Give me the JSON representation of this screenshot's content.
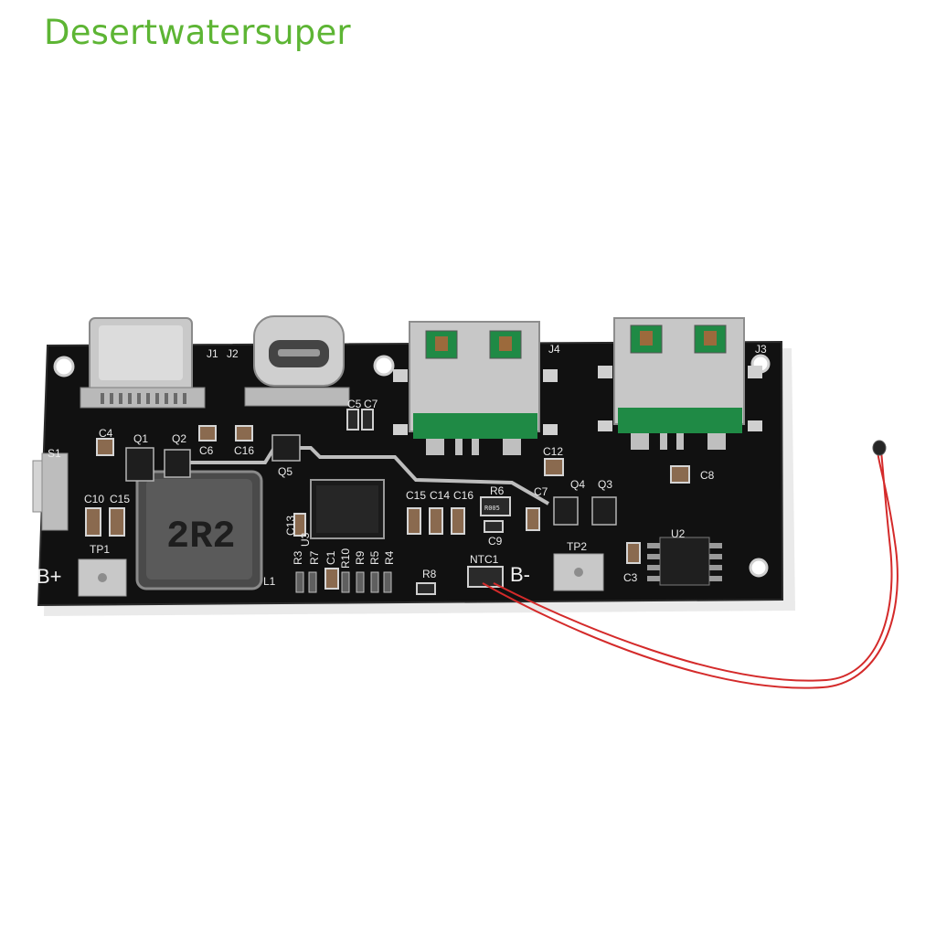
{
  "watermark": "Desertwatersuper",
  "colors": {
    "pcb": "#111111",
    "silkscreen": "#e9e9e9",
    "usb_tongue": "#1f8a45",
    "wire": "#d42a2a",
    "watermark": "#5db534"
  },
  "board": {
    "connectors": {
      "j1": "J1",
      "j2": "J2",
      "j3": "J3",
      "j4": "J4"
    },
    "pads": {
      "b_plus": "B+",
      "b_minus": "B-",
      "tp1": "TP1",
      "tp2": "TP2",
      "ntc1": "NTC1"
    },
    "switch": "S1",
    "inductor": {
      "ref": "L1",
      "marking": "2R2"
    },
    "ics": {
      "u2": "U2",
      "u3": "U3"
    },
    "components": {
      "c4": "C4",
      "q1": "Q1",
      "q2": "Q2",
      "c6": "C6",
      "c16a": "C16",
      "c5": "C5",
      "c7a": "C7",
      "q5": "Q5",
      "c10": "C10",
      "c15a": "C15",
      "c13": "C13",
      "r3": "R3",
      "r7": "R7",
      "c1": "C1",
      "r10": "R10",
      "r9": "R9",
      "r5": "R5",
      "r4": "R4",
      "c15b": "C15",
      "c14": "C14",
      "c16b": "C16",
      "r6": "R6",
      "c9": "C9",
      "r8": "R8",
      "c12": "C12",
      "c7b": "C7",
      "q4": "Q4",
      "q3": "Q3",
      "c8": "C8",
      "c3": "C3"
    },
    "resistor_marking": "R005"
  }
}
